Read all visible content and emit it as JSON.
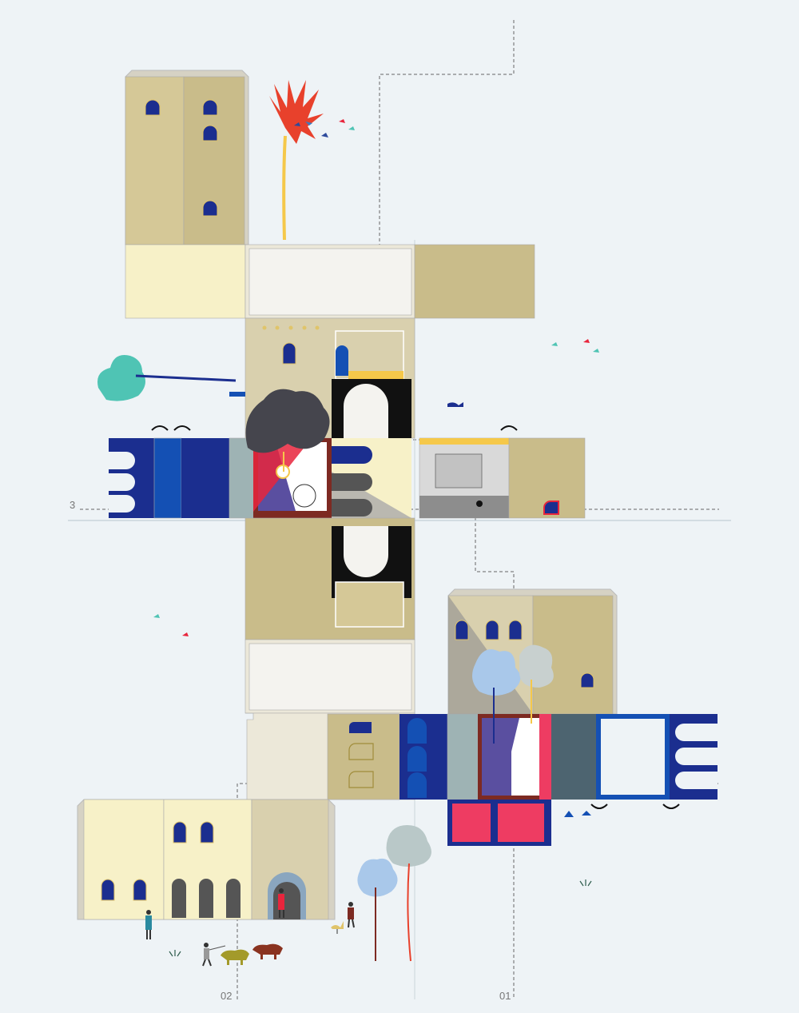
{
  "section_markers": {
    "section_3": "3",
    "section_02": "02",
    "section_01": "01"
  },
  "colors": {
    "background": "#eef3f6",
    "khaki": "#c9bc8a",
    "light_khaki": "#d9d0ae",
    "cream": "#f7f1c8",
    "pale": "#f2f2f0",
    "navy": "#1b2e8f",
    "royal_blue": "#1450b4",
    "red": "#e8253c",
    "pink": "#ee3c62",
    "dark_grey": "#45454d",
    "slate": "#4d6470",
    "purple": "#5a4fa0",
    "black": "#111111",
    "yellow": "#f5c84a",
    "teal": "#4fc4b4"
  },
  "icons": [
    "palm-tree",
    "tree",
    "bird",
    "person",
    "ox",
    "plant"
  ]
}
